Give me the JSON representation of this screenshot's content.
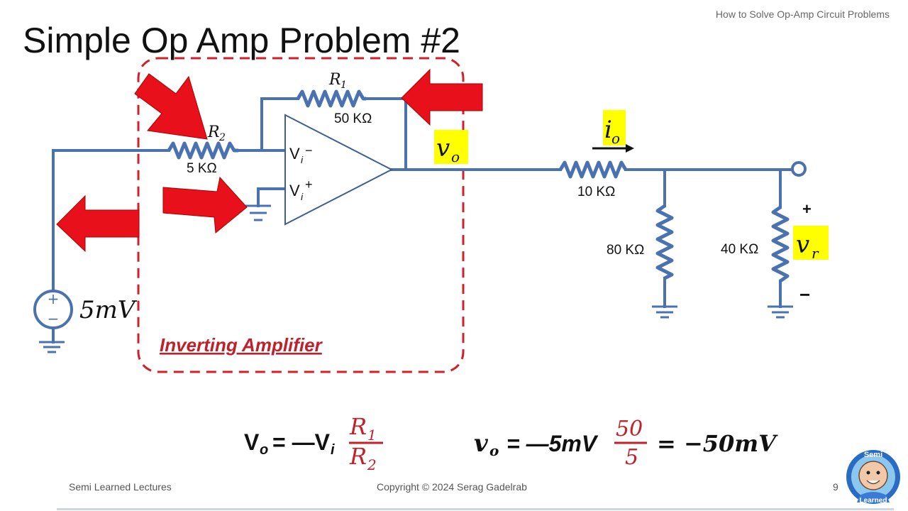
{
  "header": {
    "title": "Simple Op Amp Problem #2",
    "deck_title": "How to Solve Op-Amp Circuit Problems"
  },
  "footer": {
    "left": "Semi Learned Lectures",
    "center": "Copyright © 2024 Serag Gadelrab",
    "page": "9"
  },
  "logo": {
    "text_top": "Semi",
    "text_bottom": "Learned"
  },
  "circuit": {
    "r1_label": "R",
    "r1_sub": "1",
    "r1_value": "50 KΩ",
    "r2_label": "R",
    "r2_sub": "2",
    "r2_value": "5 KΩ",
    "vin_minus": "V",
    "vin_minus_sub": "i",
    "vin_minus_sup": "−",
    "vin_plus": "V",
    "vin_plus_sub": "i",
    "vin_plus_sup": "+",
    "vo_label": "v",
    "vo_sub": "o",
    "io_label": "i",
    "io_sub": "o",
    "r10_value": "10 KΩ",
    "r80_value": "80 KΩ",
    "r40_value": "40 KΩ",
    "vr_label": "v",
    "vr_sub": "r",
    "vr_plus": "+",
    "vr_minus": "−",
    "source_value": "5mV",
    "source_plus": "+",
    "source_minus": "−",
    "box_caption": "Inverting Amplifier"
  },
  "equations": {
    "eq1_lhs": "V",
    "eq1_lhs_sub": "o",
    "eq1_rhs": "= —V",
    "eq1_rhs_sub": "i",
    "eq1_num": "R",
    "eq1_num_sub": "1",
    "eq1_den": "R",
    "eq1_den_sub": "2",
    "eq2_lhs": "v",
    "eq2_lhs_sub": "o",
    "eq2_mid": "= —5mV",
    "eq2_num": "50",
    "eq2_den": "5",
    "eq2_result": "= −50mV"
  },
  "colors": {
    "wire": "#4a72b0",
    "arrow": "#e8101b",
    "highlight": "#ffff00",
    "eq_red": "#c0212a"
  }
}
